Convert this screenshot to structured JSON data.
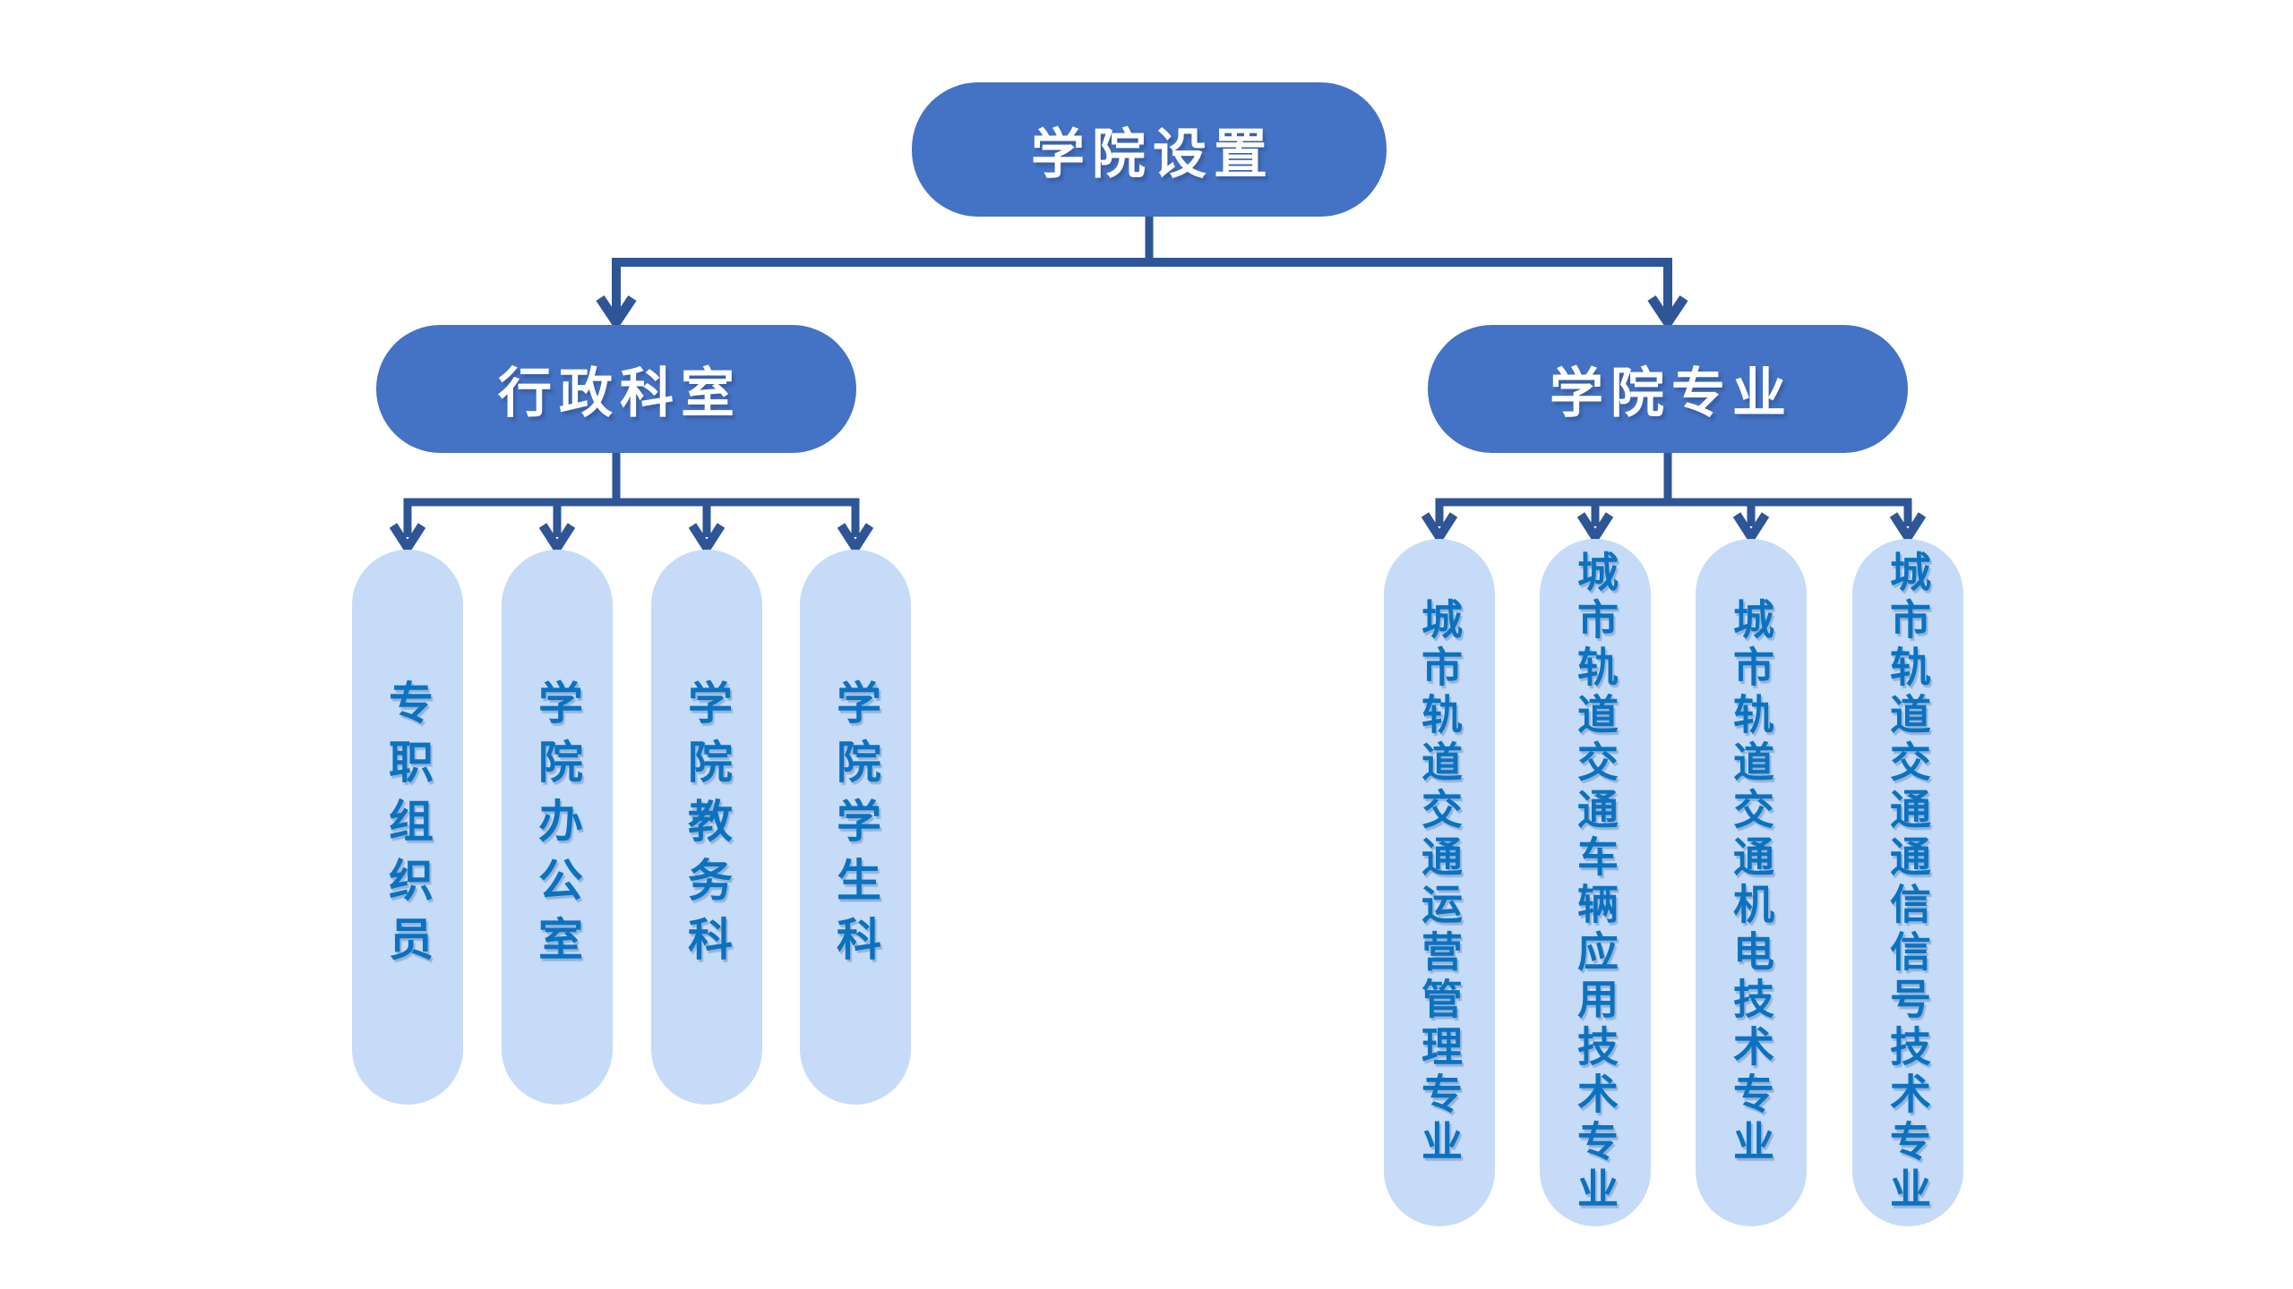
{
  "palette": {
    "node_fill": "#4472C4",
    "node_text": "#FFFFFF",
    "leaf_fill": "#C5DBF8",
    "leaf_text": "#0B72C0",
    "connector": "#2E5596",
    "page_bg": "#FFFFFF"
  },
  "root": {
    "label": "学院设置"
  },
  "groups": [
    {
      "label": "行政科室",
      "children": [
        {
          "label": "专职组织员"
        },
        {
          "label": "学院办公室"
        },
        {
          "label": "学院教务科"
        },
        {
          "label": "学院学生科"
        }
      ]
    },
    {
      "label": "学院专业",
      "children": [
        {
          "label": "城市轨道交通运营管理专业"
        },
        {
          "label": "城市轨道交通车辆应用技术专业"
        },
        {
          "label": "城市轨道交通机电技术专业"
        },
        {
          "label": "城市轨道交通通信信号技术专业"
        }
      ]
    }
  ]
}
